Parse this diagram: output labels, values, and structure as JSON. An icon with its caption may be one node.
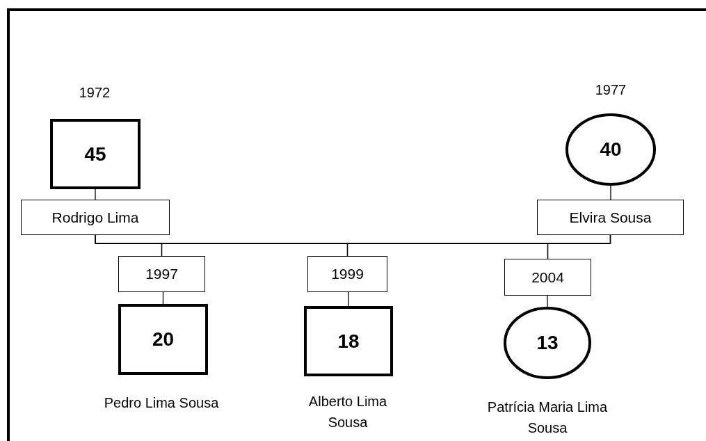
{
  "diagram": {
    "nodes": [
      {
        "text": [
          "45"
        ],
        "beside": [
          "1972"
        ]
      },
      {
        "text": [
          "Rodrigo Lima"
        ]
      },
      {
        "text": [
          "40"
        ],
        "beside": [
          "1977"
        ]
      },
      {
        "text": [
          "Elvira Sousa"
        ]
      },
      {
        "text": [
          "1997"
        ]
      },
      {
        "text": [
          "20"
        ],
        "beside": [
          "Pedro Lima Sousa"
        ]
      },
      {
        "text": [
          "1999"
        ]
      },
      {
        "text": [
          "18"
        ],
        "beside": [
          "Alberto Lima Sousa"
        ]
      },
      {
        "text": [
          "2004"
        ]
      },
      {
        "text": [
          "13"
        ],
        "beside": [
          "Patrícia Maria Lima Sousa"
        ]
      }
    ],
    "edges": [
      {
        "from": 0,
        "to": 1,
        "arrow": "none"
      },
      {
        "from": 2,
        "to": 3,
        "arrow": "none"
      },
      {
        "from": 1,
        "to": 4,
        "arrow": "none"
      },
      {
        "from": 3,
        "to": 4,
        "arrow": "none"
      },
      {
        "from": 1,
        "to": 6,
        "arrow": "none"
      },
      {
        "from": 3,
        "to": 6,
        "arrow": "none"
      },
      {
        "from": 1,
        "to": 8,
        "arrow": "none"
      },
      {
        "from": 3,
        "to": 8,
        "arrow": "none"
      },
      {
        "from": 4,
        "to": 5,
        "arrow": "none"
      },
      {
        "from": 6,
        "to": 7,
        "arrow": "none"
      },
      {
        "from": 8,
        "to": 9,
        "arrow": "none"
      }
    ]
  }
}
